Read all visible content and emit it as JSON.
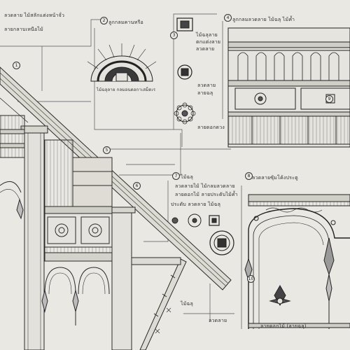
{
  "labels": {
    "top_left_1": "ลวดลาย ไม้สลักแต่งหน้าจั่ว",
    "top_left_2": "ลายกลาบเหนือไม้",
    "label_2": "ลูกกลมคานหรือ",
    "fan_caption": "ไม้ฉลุลาย กลมอนดอกาเสม็ดเร",
    "top_mid_1": "ไม้ฉลุลาย",
    "top_mid_2": "ตกแต่งลาย",
    "top_mid_3": "ลวดลาย",
    "mid_right_1": "ลวดลาย",
    "mid_right_2": "ลายฉลุ",
    "mid_right_3": "ลายดอกดวง",
    "top_right": "ลูกกลมลวดลาย ไม้ฉลุ ไม้ค้ำ",
    "center_1": "ไม้ฉลุ",
    "center_2": "ลวดลายไม้ ไม้กลมลวดลาย",
    "center_3": "ลายดอกไม้ ลายประดับไม้ค้ำ",
    "center_4": "ประดับ ลวดลาย ไม้ฉลุ",
    "arch_label": "ลวดลายซุ้มโค้งประตู",
    "bottom_1": "ไม้ฉลุ",
    "bottom_2": "ลวดลาย",
    "bottom_right": "ลายดอกไม้ (ลายฉลุ)"
  },
  "markers": {
    "m1": "1",
    "m2": "2",
    "m3": "3",
    "m4": "4",
    "m5": "5",
    "m6": "6",
    "m7": "7",
    "m8": "8",
    "m9": "9",
    "m10": "10"
  }
}
